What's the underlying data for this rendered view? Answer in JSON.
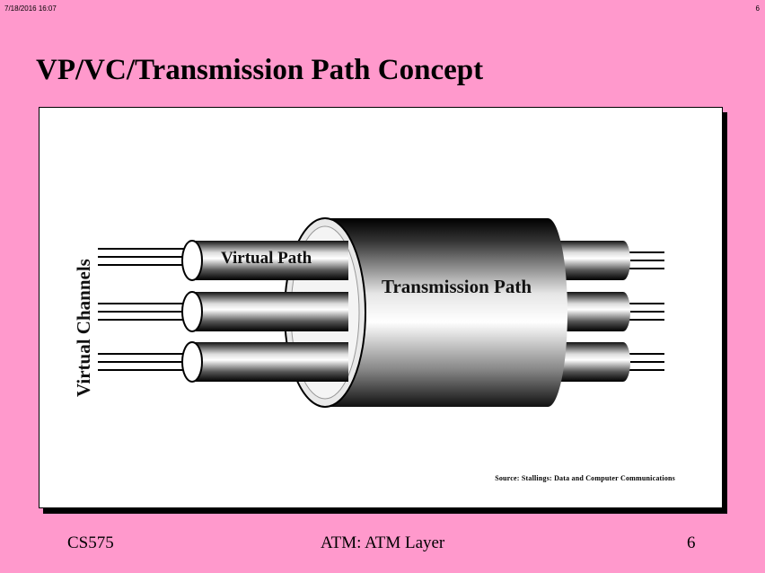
{
  "header": {
    "date_time": "7/18/2016  16:07",
    "page_number": "6"
  },
  "slide": {
    "title": "VP/VC/Transmission Path Concept"
  },
  "diagram": {
    "label_virtual_channels": "Virtual Channels",
    "label_virtual_path": "Virtual Path",
    "label_transmission_path": "Transmission Path",
    "source": "Source:  Stallings:  Data and Computer Communications"
  },
  "footer": {
    "course": "CS575",
    "topic": "ATM: ATM Layer",
    "page": "6"
  }
}
